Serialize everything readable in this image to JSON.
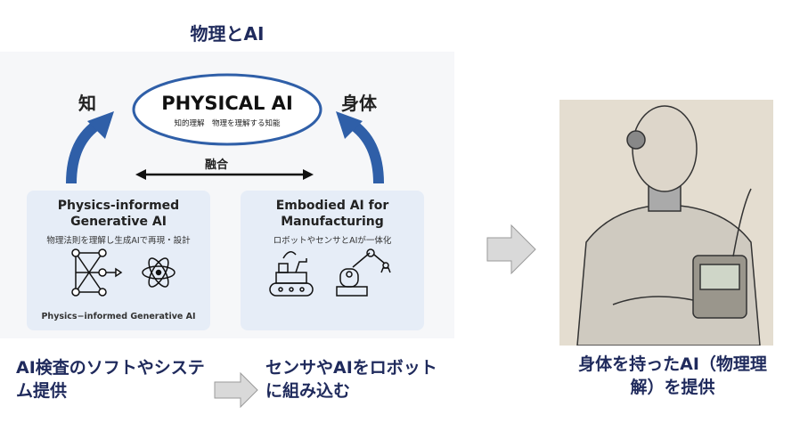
{
  "title": "物理とAI",
  "diagram": {
    "center_title": "PHYSICAL AI",
    "center_subtitle": "知的理解　物理を理解する知能",
    "left_label": "知",
    "right_label": "身体",
    "fusion_label": "融合",
    "left_box": {
      "heading": "Physics-informed Generative AI",
      "subtitle": "物理法則を理解し生成AIで再現・設計",
      "footer": "Physics−informed Generative AI"
    },
    "right_box": {
      "heading": "Embodied AI for Manufacturing",
      "subtitle": "ロボットやセンサとAIが一体化"
    }
  },
  "bottom": {
    "left_text": "AI検査のソフトやシステム提供",
    "right_text": "センサやAIをロボットに組み込む"
  },
  "caption": "身体を持ったAI（物理理解）を提供",
  "colors": {
    "navy": "#1f2a5c",
    "blue": "#2f5fa8",
    "arrow_gray": "#d9d9d9"
  }
}
